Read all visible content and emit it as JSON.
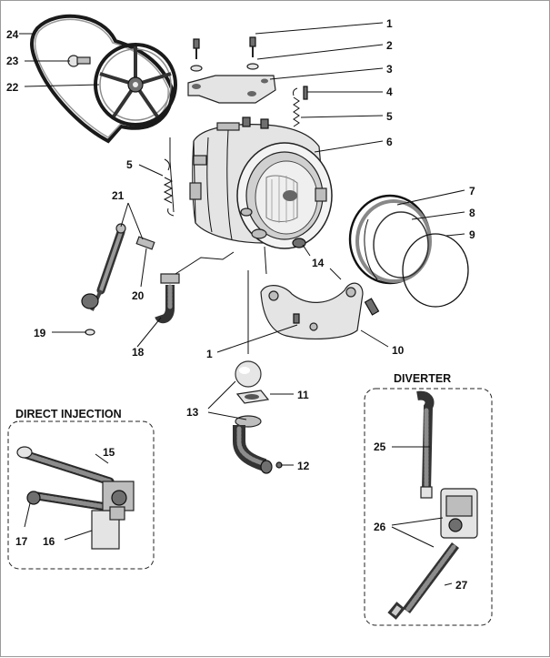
{
  "groups": {
    "direct_injection": "DIRECT INJECTION",
    "diverter": "DIVERTER"
  },
  "callouts": {
    "c1a": "1",
    "c2": "2",
    "c3": "3",
    "c4": "4",
    "c5a": "5",
    "c6": "6",
    "c7": "7",
    "c8": "8",
    "c9": "9",
    "c10": "10",
    "c11": "11",
    "c12": "12",
    "c13": "13",
    "c14": "14",
    "c15": "15",
    "c16": "16",
    "c17": "17",
    "c18": "18",
    "c19": "19",
    "c20": "20",
    "c21": "21",
    "c22": "22",
    "c23": "23",
    "c24": "24",
    "c25": "25",
    "c26": "26",
    "c27": "27",
    "c5b": "5",
    "c1b": "1"
  }
}
